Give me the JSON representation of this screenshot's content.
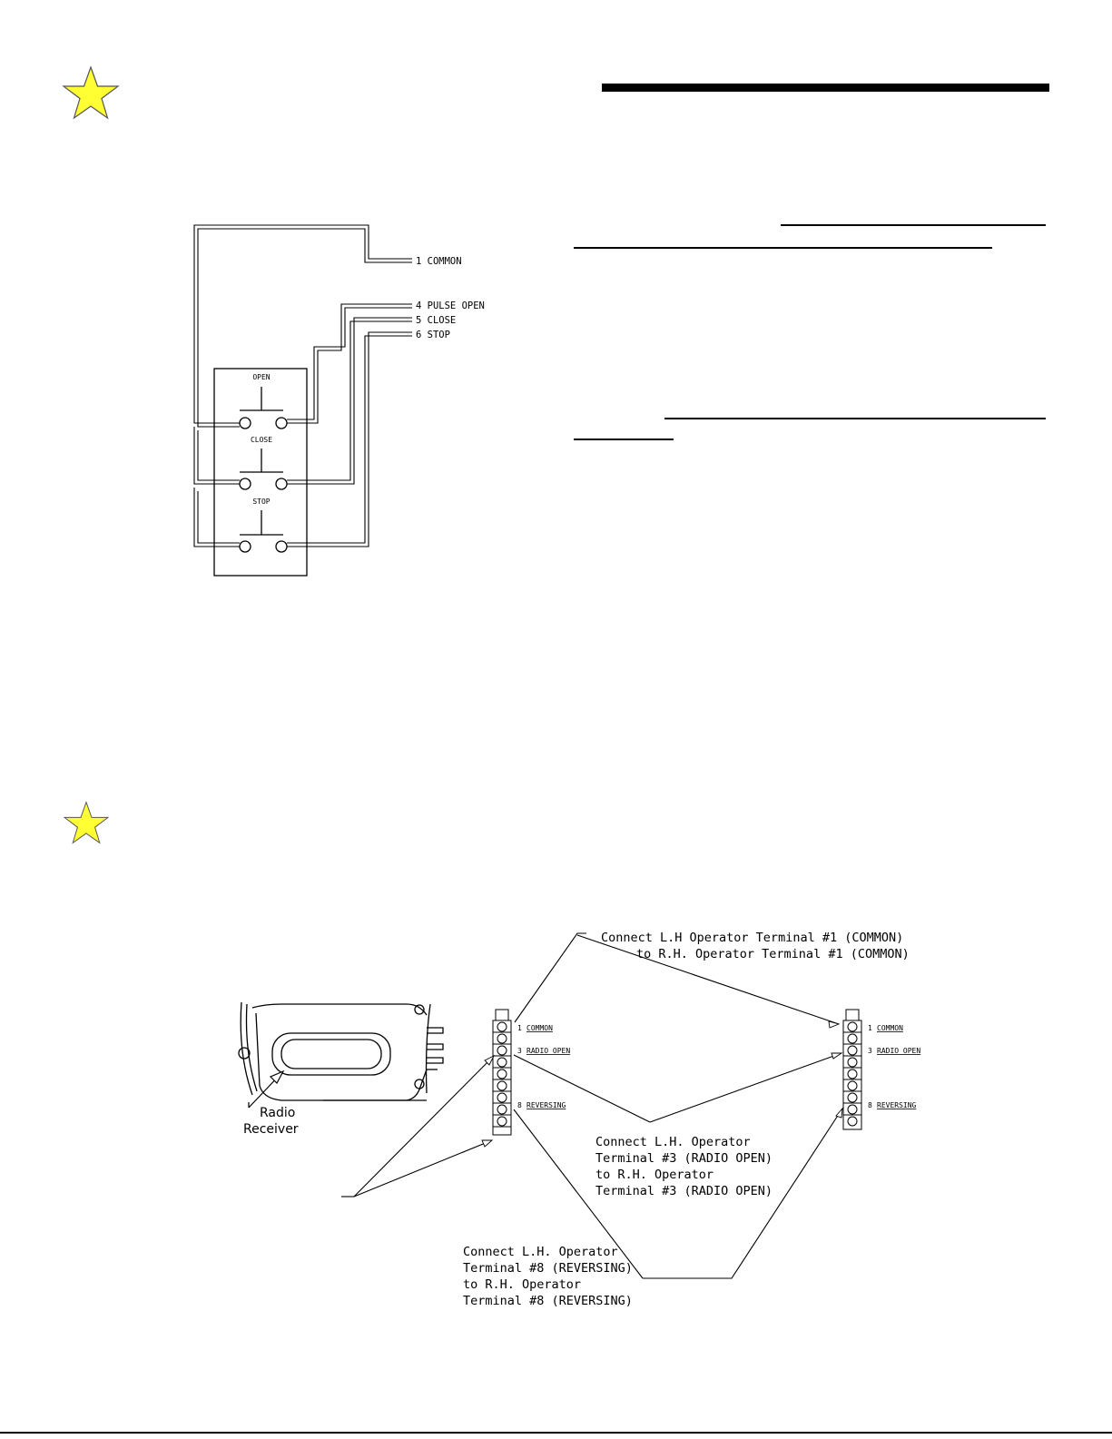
{
  "colors": {
    "star_fill": "#FFFF33",
    "star_stroke": "#555555",
    "ink": "#000000"
  },
  "icons": [
    "star-icon",
    "radio-receiver-icon",
    "terminal-strip-icon"
  ],
  "pushbutton_diagram": {
    "terminals": [
      {
        "label": "1 COMMON"
      },
      {
        "label": "4 PULSE OPEN"
      },
      {
        "label": "5 CLOSE"
      },
      {
        "label": "6 STOP"
      }
    ],
    "buttons": [
      {
        "label": "OPEN"
      },
      {
        "label": "CLOSE"
      },
      {
        "label": "STOP"
      }
    ]
  },
  "wiring_diagram": {
    "receiver_label_line1": "Radio",
    "receiver_label_line2": "Receiver",
    "lh_terminals": [
      {
        "label": "1 COMMON",
        "num": "1",
        "name": "COMMON"
      },
      {
        "label": "3 RADIO OPEN",
        "num": "3",
        "name": "RADIO OPEN"
      },
      {
        "label": "8 REVERSING",
        "num": "8",
        "name": "REVERSING"
      }
    ],
    "rh_terminals": [
      {
        "label": "1 COMMON",
        "num": "1",
        "name": "COMMON"
      },
      {
        "label": "3 RADIO OPEN",
        "num": "3",
        "name": "RADIO OPEN"
      },
      {
        "label": "8 REVERSING",
        "num": "8",
        "name": "REVERSING"
      }
    ],
    "note_common": [
      "Connect L.H Operator Terminal #1 (COMMON)",
      "to R.H. Operator Terminal #1 (COMMON)"
    ],
    "note_radio_open": [
      "Connect L.H. Operator",
      "Terminal #3 (RADIO OPEN)",
      "to R.H. Operator",
      "Terminal #3 (RADIO OPEN)"
    ],
    "note_reversing": [
      "Connect L.H. Operator",
      "Terminal #8 (REVERSING)",
      "to R.H. Operator",
      "Terminal #8 (REVERSING)"
    ]
  }
}
